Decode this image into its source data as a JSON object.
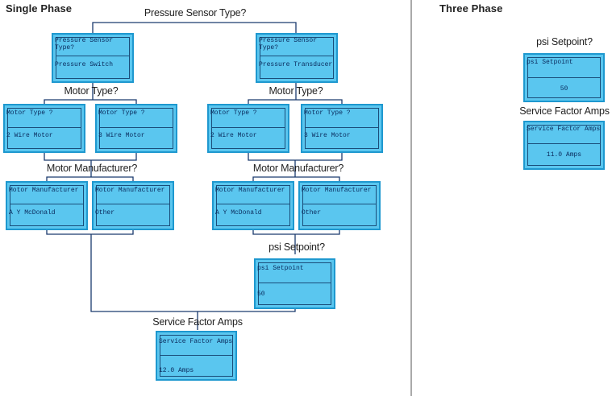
{
  "sections": {
    "single_phase": "Single Phase",
    "three_phase": "Three Phase"
  },
  "questions": {
    "pressure_sensor_type": "Pressure Sensor Type?",
    "motor_type_left": "Motor Type?",
    "motor_type_right": "Motor Type?",
    "motor_manufacturer_left": "Motor Manufacturer?",
    "motor_manufacturer_right": "Motor Manufacturer?",
    "psi_setpoint_single": "psi Setpoint?",
    "service_factor_amps_single": "Service Factor Amps",
    "psi_setpoint_three": "psi Setpoint?",
    "service_factor_amps_three": "Service Factor Amps"
  },
  "displays": {
    "pressure_switch": {
      "title": "Pressure Sensor Type?",
      "value": "Pressure Switch"
    },
    "pressure_transducer": {
      "title": "Pressure Sensor Type?",
      "value": "Pressure Transducer"
    },
    "motor_type_2wire_left": {
      "title": "Motor Type ?",
      "value": "2 Wire Motor"
    },
    "motor_type_3wire_left": {
      "title": "Motor Type ?",
      "value": "3 Wire Motor"
    },
    "motor_type_2wire_right": {
      "title": "Motor Type ?",
      "value": "2 Wire Motor"
    },
    "motor_type_3wire_right": {
      "title": "Motor Type ?",
      "value": "3 Wire Motor"
    },
    "mfr_aym_left": {
      "title": "Motor Manufacturer",
      "value": "A Y McDonald"
    },
    "mfr_other_left": {
      "title": "Motor Manufacturer",
      "value": "Other"
    },
    "mfr_aym_right": {
      "title": "Motor Manufacturer",
      "value": "A Y McDonald"
    },
    "mfr_other_right": {
      "title": "Motor Manufacturer",
      "value": "Other"
    },
    "psi_setpoint_single": {
      "title": "psi Setpoint",
      "value": "50"
    },
    "service_factor_single": {
      "title": "Service Factor Amps",
      "value": "12.0 Amps"
    },
    "psi_setpoint_three": {
      "title": "psi Setpoint",
      "value": "50"
    },
    "service_factor_three": {
      "title": "Service Factor Amps",
      "value": "11.0 Amps"
    }
  },
  "colors": {
    "lcd_fill": "#5ac6ef",
    "lcd_border": "#1e98cf",
    "lcd_text": "#0a2a5c",
    "connector": "#1a3a6e",
    "section_divider": "#555555"
  }
}
